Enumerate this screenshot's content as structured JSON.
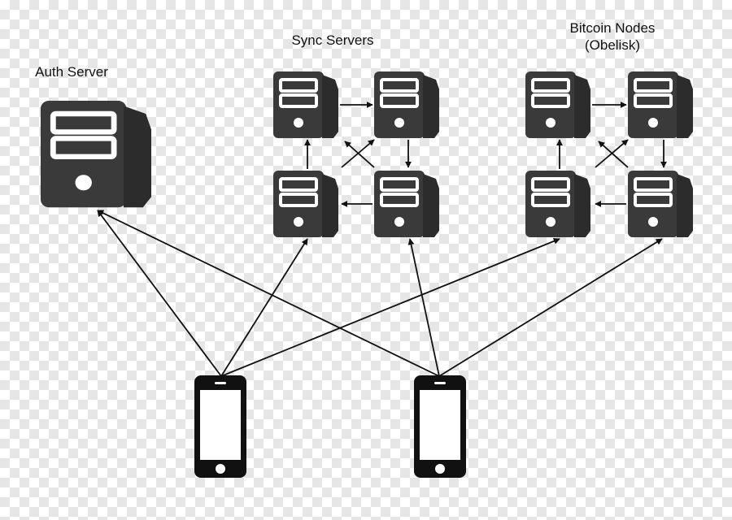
{
  "labels": {
    "auth_server": "Auth Server",
    "sync_servers": "Sync Servers",
    "bitcoin_nodes_line1": "Bitcoin Nodes",
    "bitcoin_nodes_line2": "(Obelisk)"
  },
  "nodes": {
    "auth_server": {
      "icon": "server-tower-icon"
    },
    "sync_servers": [
      "server-tower-icon",
      "server-tower-icon",
      "server-tower-icon",
      "server-tower-icon"
    ],
    "bitcoin_nodes": [
      "server-tower-icon",
      "server-tower-icon",
      "server-tower-icon",
      "server-tower-icon"
    ],
    "clients": [
      "smartphone-icon",
      "smartphone-icon"
    ]
  },
  "colors": {
    "icon_fill": "#3a3a3a",
    "icon_highlight": "#ffffff",
    "arrow": "#111111"
  }
}
